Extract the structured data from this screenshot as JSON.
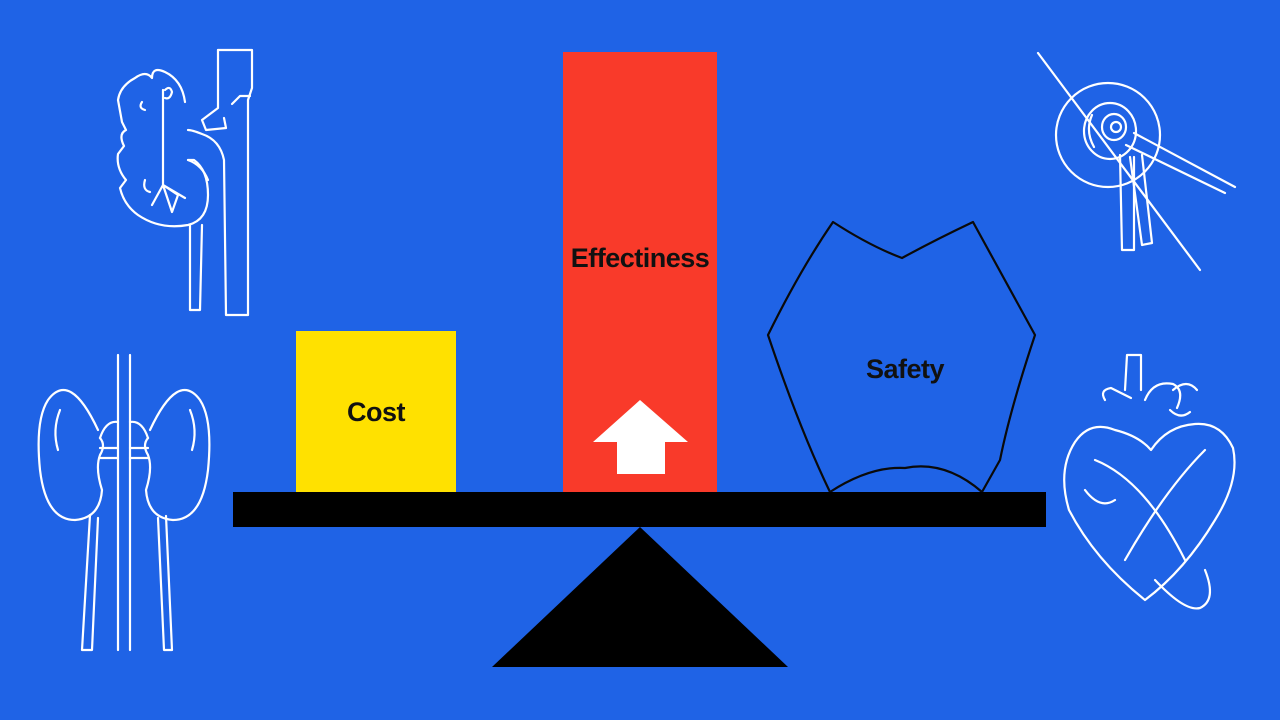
{
  "colors": {
    "background": "#1f63e6",
    "cost": "#ffe100",
    "effectiveness": "#f93a2a",
    "beam": "#000000",
    "fulcrum": "#000000",
    "sketch": "#ffffff",
    "arrow": "#ffffff"
  },
  "scale": {
    "left_block": {
      "label": "Cost"
    },
    "center_block": {
      "label": "Effectiness",
      "icon": "up-arrow-icon"
    },
    "right_block": {
      "label": "Safety"
    }
  },
  "illustrations": [
    {
      "name": "kidney-and-vessels-icon",
      "position": "top-left"
    },
    {
      "name": "kidneys-icon",
      "position": "bottom-left"
    },
    {
      "name": "eye-cross-section-icon",
      "position": "top-right"
    },
    {
      "name": "heart-icon",
      "position": "bottom-right"
    }
  ]
}
